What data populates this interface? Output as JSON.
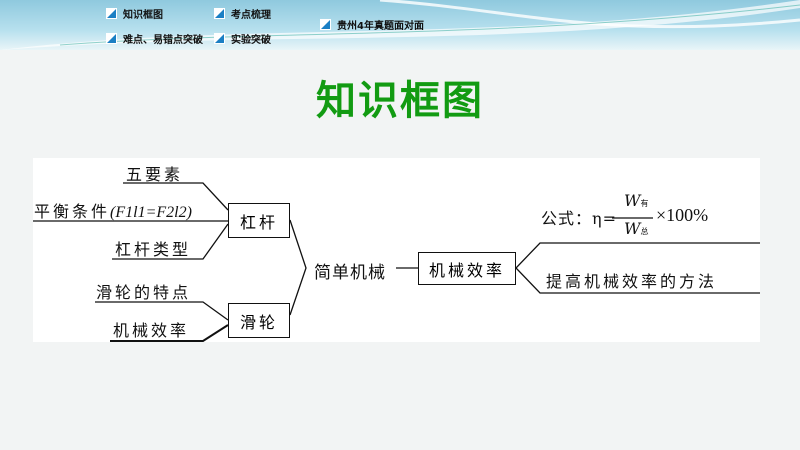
{
  "nav": [
    {
      "label": "知识框图"
    },
    {
      "label": "考点梳理"
    },
    {
      "label": "贵州4年真题面对面"
    },
    {
      "label": "难点、易错点突破"
    },
    {
      "label": "实验突破"
    }
  ],
  "title": "知识框图",
  "diagram": {
    "root": "简单机械",
    "lever": {
      "label": "杠杆",
      "items": [
        "五要素",
        "平衡条件",
        "杠杆类型"
      ],
      "balance_formula": "(F1l1=F2l2)"
    },
    "pulley": {
      "label": "滑轮",
      "items": [
        "滑轮的特点",
        "机械效率"
      ]
    },
    "efficiency": {
      "label": "机械效率",
      "formula_prefix": "公式：η=",
      "numerator": "W",
      "num_sub": "有",
      "denominator": "W",
      "den_sub": "总",
      "formula_suffix": "×100%",
      "method": "提高机械效率的方法"
    }
  },
  "colors": {
    "title": "#129b12",
    "icon": "#1a7fc4"
  }
}
